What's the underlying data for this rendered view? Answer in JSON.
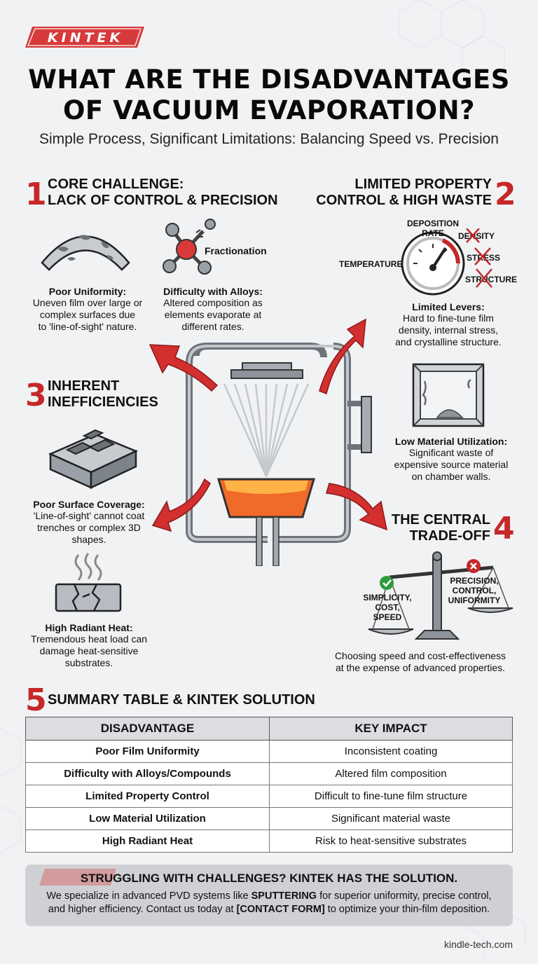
{
  "brand": {
    "logo_text": "KINTEK",
    "color": "#d63a3a"
  },
  "title_line1": "WHAT ARE THE DISADVANTAGES",
  "title_line2": "OF VACUUM EVAPORATION?",
  "subtitle": "Simple Process, Significant Limitations: Balancing Speed vs. Precision",
  "sections": {
    "s1": {
      "num": "1",
      "title_line1": "CORE CHALLENGE:",
      "title_line2": "LACK OF CONTROL & PRECISION"
    },
    "s2": {
      "num": "2",
      "title_line1": "LIMITED PROPERTY",
      "title_line2": "CONTROL & HIGH WASTE"
    },
    "s3": {
      "num": "3",
      "title_line1": "INHERENT",
      "title_line2": "INEFFICIENCIES"
    },
    "s4": {
      "num": "4",
      "title_line1": "THE CENTRAL",
      "title_line2": "TRADE-OFF"
    },
    "s5": {
      "num": "5",
      "title": "SUMMARY TABLE & KINTEK SOLUTION"
    }
  },
  "items": {
    "uniformity": {
      "label": "Poor Uniformity:",
      "desc_lines": [
        "Uneven film over large or",
        "complex surfaces due",
        "to 'line-of-sight' nature."
      ]
    },
    "alloys": {
      "tag": "Fractionation",
      "label": "Difficulty with Alloys:",
      "desc_lines": [
        "Altered composition as",
        "elements evaporate at",
        "different rates."
      ]
    },
    "levers": {
      "gauge_labels": {
        "deposition": "DEPOSITION",
        "rate": "RATE",
        "temperature": "TEMPERATURE",
        "density": "DENSITY",
        "stress": "STRESS",
        "structure": "STRUCTURE"
      },
      "label": "Limited Levers:",
      "desc_lines": [
        "Hard to fine-tune film",
        "density, internal stress,",
        "and crystalline structure."
      ]
    },
    "utilization": {
      "label": "Low Material Utilization:",
      "desc_lines": [
        "Significant waste of",
        "expensive source material",
        "on chamber walls."
      ]
    },
    "coverage": {
      "label": "Poor Surface Coverage:",
      "desc_lines": [
        "'Line-of-sight' cannot coat",
        "trenches or complex 3D",
        "shapes."
      ]
    },
    "heat": {
      "label": "High Radiant Heat:",
      "desc_lines": [
        "Tremendous heat load can",
        "damage heat-sensitive",
        "substrates."
      ]
    },
    "tradeoff": {
      "left_lines": [
        "SIMPLICITY,",
        "COST,",
        "SPEED"
      ],
      "right_lines": [
        "PRECISION,",
        "CONTROL,",
        "UNIFORMITY"
      ],
      "desc_lines": [
        "Choosing speed and cost-effectiveness",
        "at the expense of advanced properties."
      ]
    }
  },
  "table": {
    "headers": [
      "DISADVANTAGE",
      "KEY IMPACT"
    ],
    "rows": [
      [
        "Poor Film Uniformity",
        "Inconsistent coating"
      ],
      [
        "Difficulty with Alloys/Compounds",
        "Altered film composition"
      ],
      [
        "Limited Property Control",
        "Difficult to fine-tune film structure"
      ],
      [
        "Low Material Utilization",
        "Significant material waste"
      ],
      [
        "High Radiant Heat",
        "Risk to heat-sensitive substrates"
      ]
    ]
  },
  "cta": {
    "title": "STRUGGLING WITH CHALLENGES? KINTEK HAS THE SOLUTION.",
    "line1_a": "We specialize in advanced PVD systems like ",
    "line1_b": "SPUTTERING",
    "line1_c": " for superior uniformity, precise control,",
    "line2_a": "and higher efficiency. Contact us today at ",
    "line2_b": "[CONTACT FORM]",
    "line2_c": " to optimize your thin-film deposition."
  },
  "footer": {
    "url": "kindle-tech.com"
  },
  "colors": {
    "accent_red": "#c62828",
    "heat_orange": "#f06a2a",
    "steel": "#8a9099",
    "check_green": "#2e9b3e"
  }
}
